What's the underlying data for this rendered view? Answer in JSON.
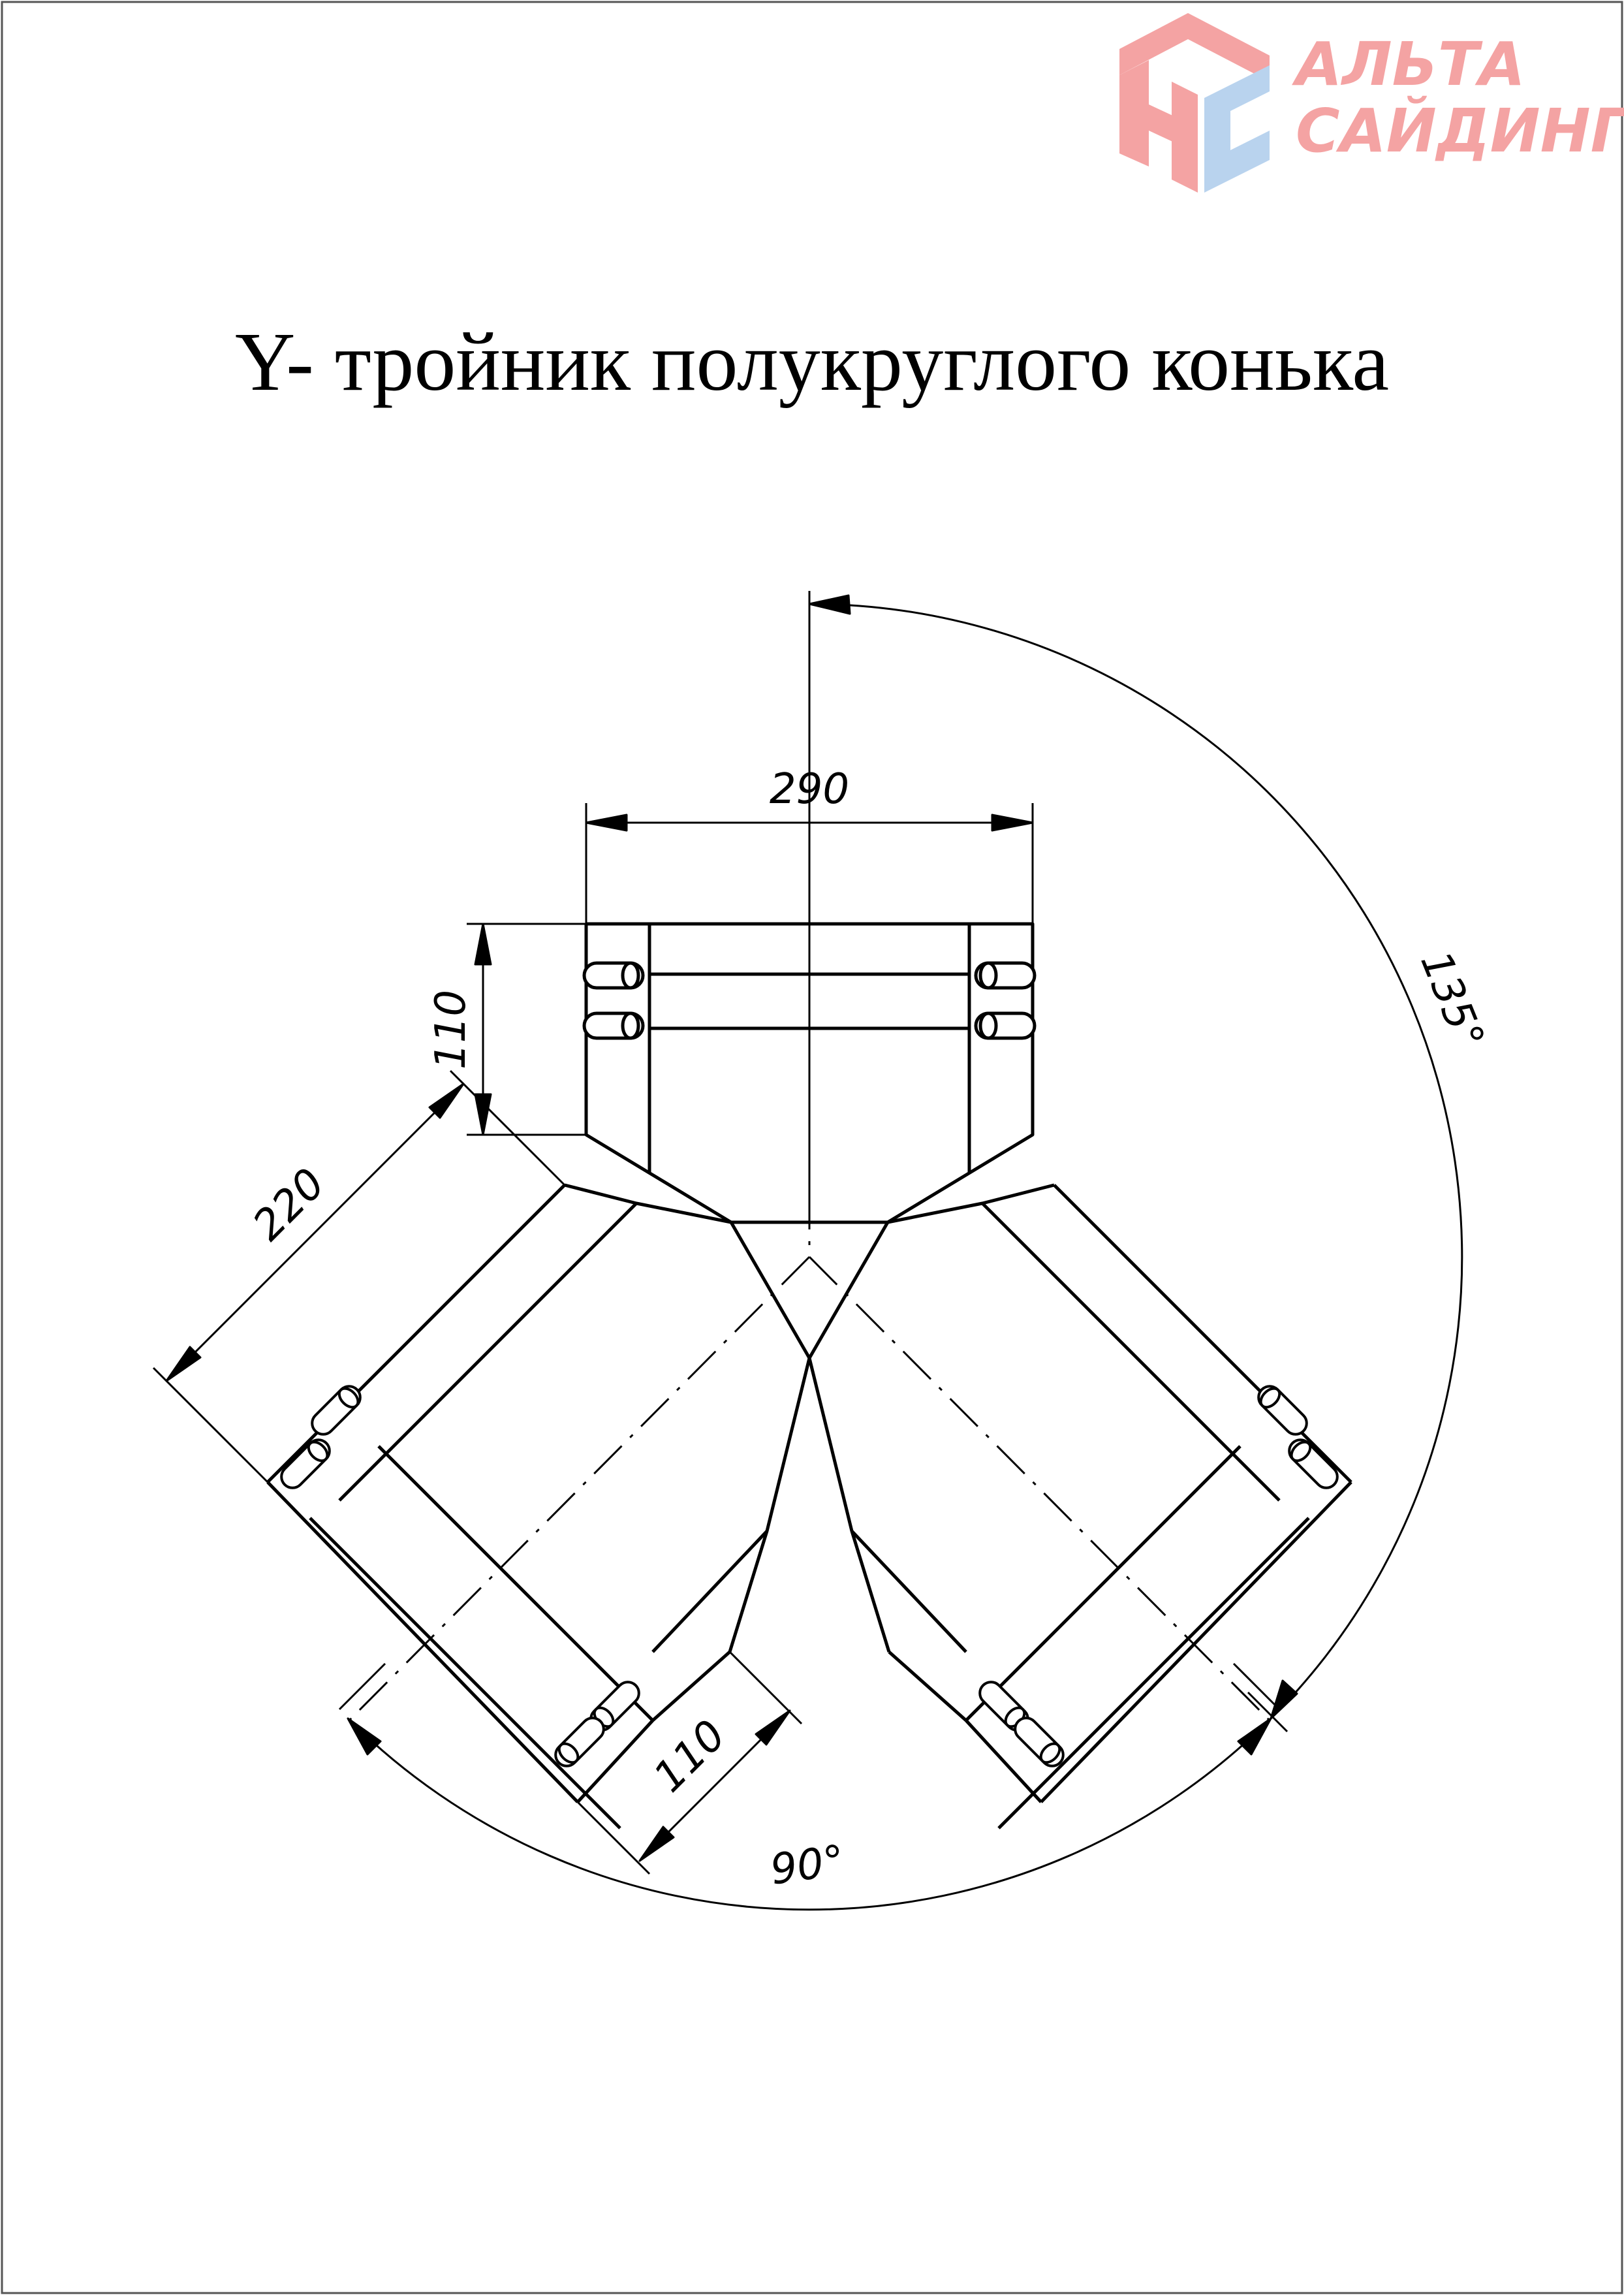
{
  "title": "Y- тройник полукруглого конька",
  "logo": {
    "line1": "АЛЬТА",
    "line2": "САЙДИНГ",
    "colors": {
      "red": "#f4a3a3",
      "blue": "#b9d3ee"
    }
  },
  "dimensions": {
    "width_top": "290",
    "height_top": "110",
    "branch_length": "220",
    "branch_width": "110",
    "angle_between_branches": "90°",
    "angle_to_branch": "135°"
  }
}
